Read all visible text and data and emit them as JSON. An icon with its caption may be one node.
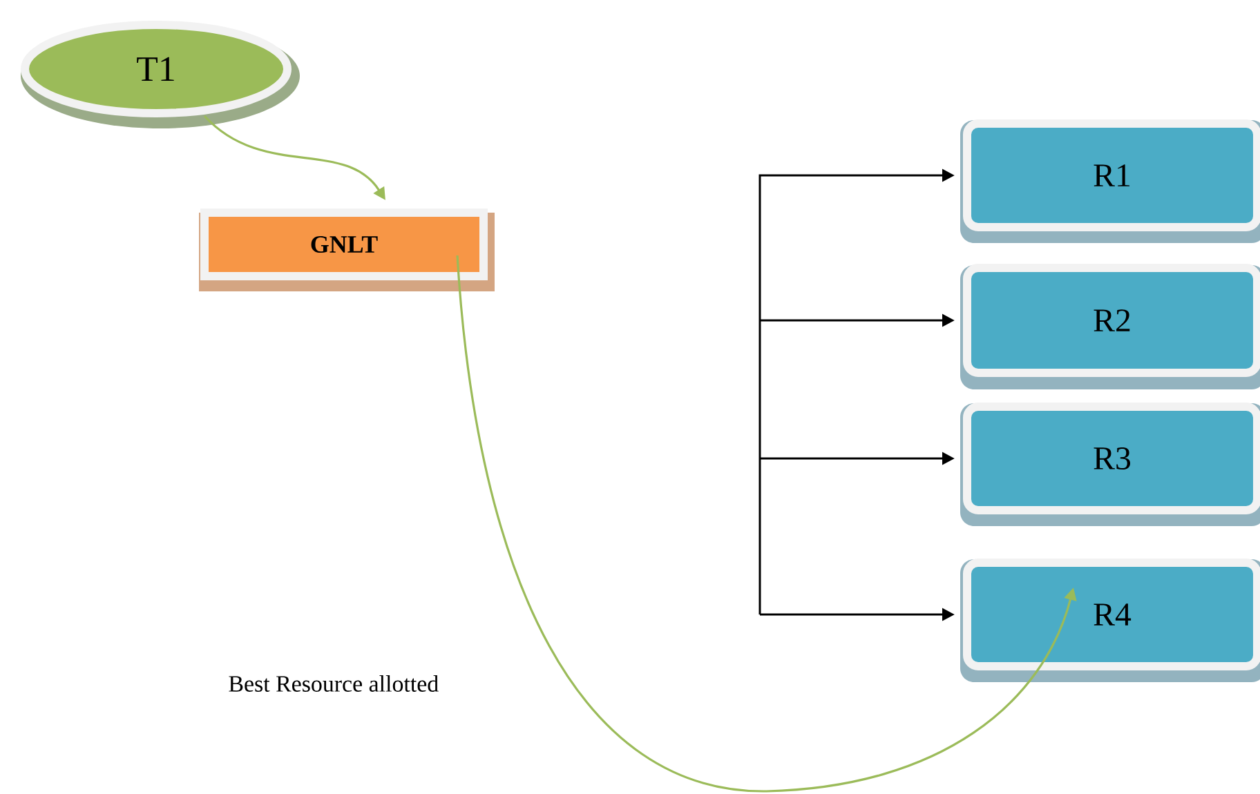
{
  "diagram": {
    "nodes": [
      {
        "text": [
          "T1"
        ]
      },
      {
        "text": [
          "GNLT"
        ]
      },
      {
        "text": [
          "R1"
        ]
      },
      {
        "text": [
          "R2"
        ]
      },
      {
        "text": [
          "R3"
        ]
      },
      {
        "text": [
          "R4"
        ]
      }
    ],
    "edges": [
      {
        "from": 0,
        "to": 1,
        "arrow": "to",
        "color": "#9bbb59"
      },
      {
        "from": 1,
        "to": 5,
        "arrow": "to",
        "color": "#9bbb59"
      },
      {
        "from": null,
        "to": 2,
        "arrow": "to"
      },
      {
        "from": null,
        "to": 3,
        "arrow": "to"
      },
      {
        "from": null,
        "to": 4,
        "arrow": "to"
      },
      {
        "from": null,
        "to": 5,
        "arrow": "to"
      }
    ],
    "labels": [
      "Best Resource allotted"
    ]
  }
}
